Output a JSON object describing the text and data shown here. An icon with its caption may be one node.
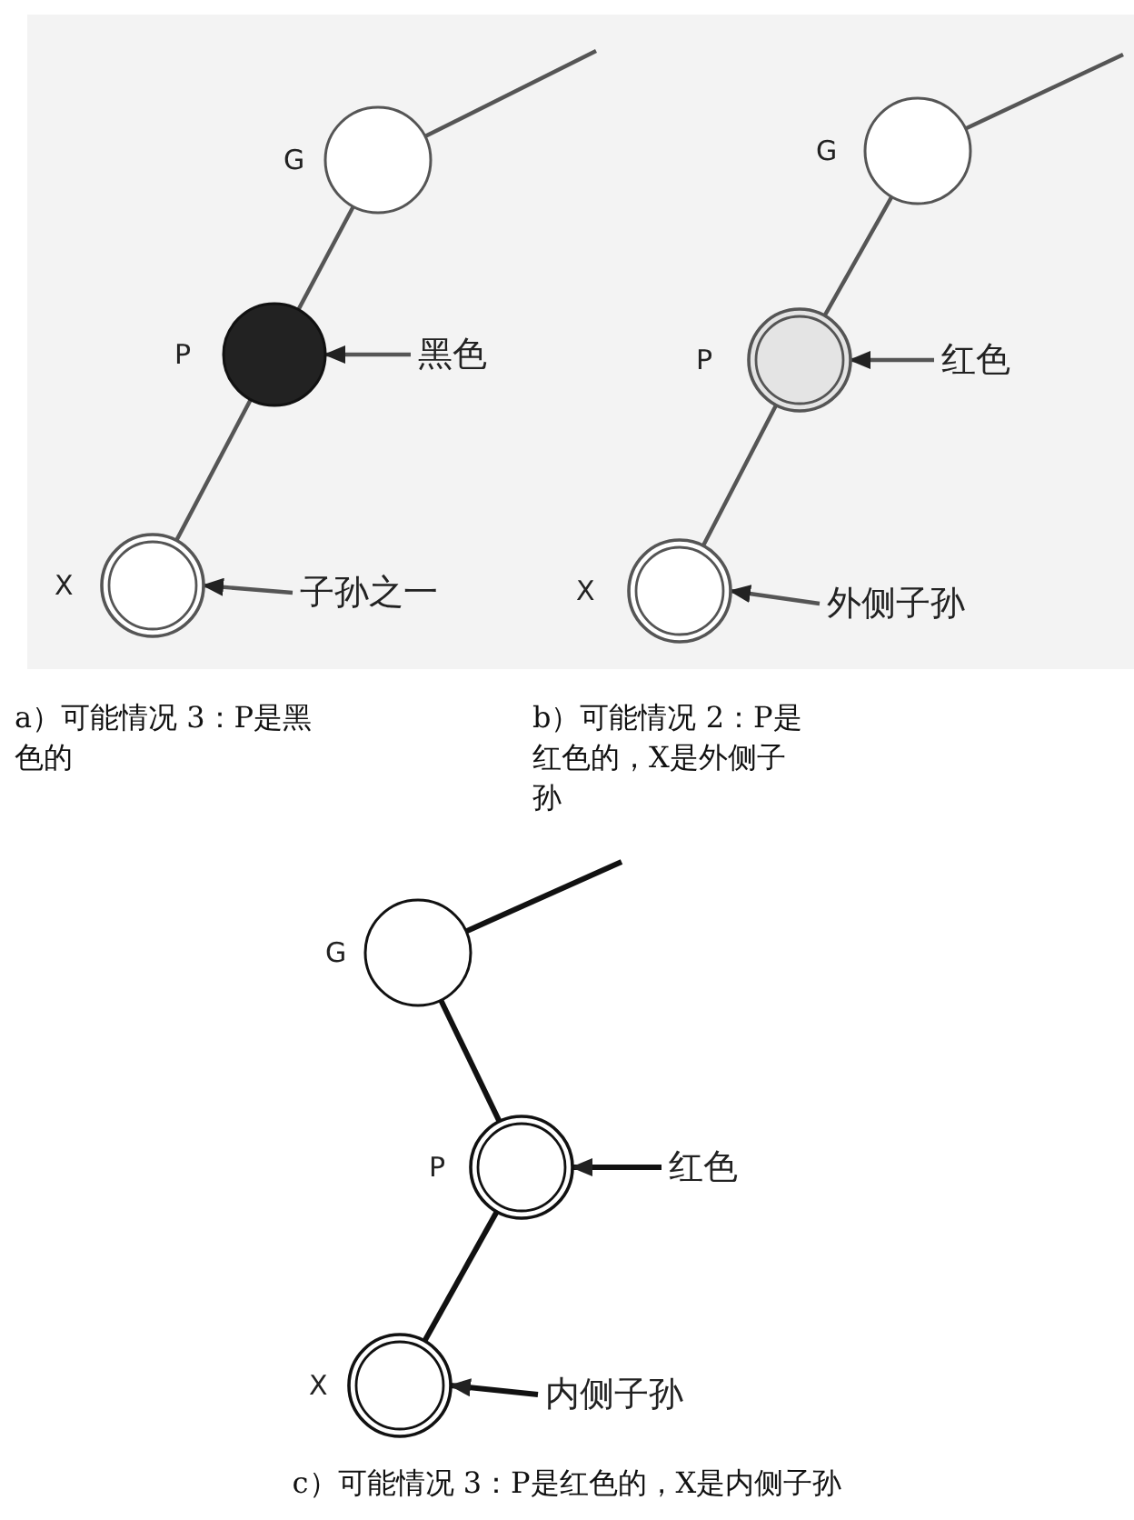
{
  "diagram": {
    "nodes": [
      {
        "text": [
          "G"
        ]
      },
      {
        "text": [
          "P"
        ]
      },
      {
        "text": [
          "X"
        ]
      },
      {
        "text": [
          "黑色"
        ]
      },
      {
        "text": [
          "子孙之一"
        ]
      },
      {
        "text": [
          "G"
        ]
      },
      {
        "text": [
          "P"
        ]
      },
      {
        "text": [
          "X"
        ]
      },
      {
        "text": [
          "红色"
        ]
      },
      {
        "text": [
          "外侧子孙"
        ]
      },
      {
        "text": [
          "G"
        ]
      },
      {
        "text": [
          "P"
        ]
      },
      {
        "text": [
          "X"
        ]
      },
      {
        "text": [
          "红色"
        ]
      },
      {
        "text": [
          "内侧子孙"
        ]
      }
    ],
    "edges": [
      {
        "from": 0,
        "to": null,
        "arrow": "none"
      },
      {
        "from": 0,
        "to": 1,
        "arrow": "none"
      },
      {
        "from": 1,
        "to": 2,
        "arrow": "none"
      },
      {
        "from": 3,
        "to": 1,
        "arrow": "to"
      },
      {
        "from": 4,
        "to": 2,
        "arrow": "to"
      },
      {
        "from": 5,
        "to": null,
        "arrow": "none"
      },
      {
        "from": 5,
        "to": 6,
        "arrow": "none"
      },
      {
        "from": 6,
        "to": 7,
        "arrow": "none"
      },
      {
        "from": 8,
        "to": 6,
        "arrow": "to"
      },
      {
        "from": 9,
        "to": 7,
        "arrow": "to"
      },
      {
        "from": 10,
        "to": null,
        "arrow": "none"
      },
      {
        "from": 10,
        "to": 11,
        "arrow": "none"
      },
      {
        "from": 11,
        "to": 12,
        "arrow": "none"
      },
      {
        "from": 13,
        "to": 11,
        "arrow": "to"
      },
      {
        "from": 14,
        "to": 12,
        "arrow": "to"
      }
    ],
    "labels": [
      "a）可能情况 3：P是黑色的",
      "b）可能情况 2：P是红色的，X是外侧子孙",
      "c）可能情况 3：P是红色的，X是内侧子孙"
    ]
  }
}
